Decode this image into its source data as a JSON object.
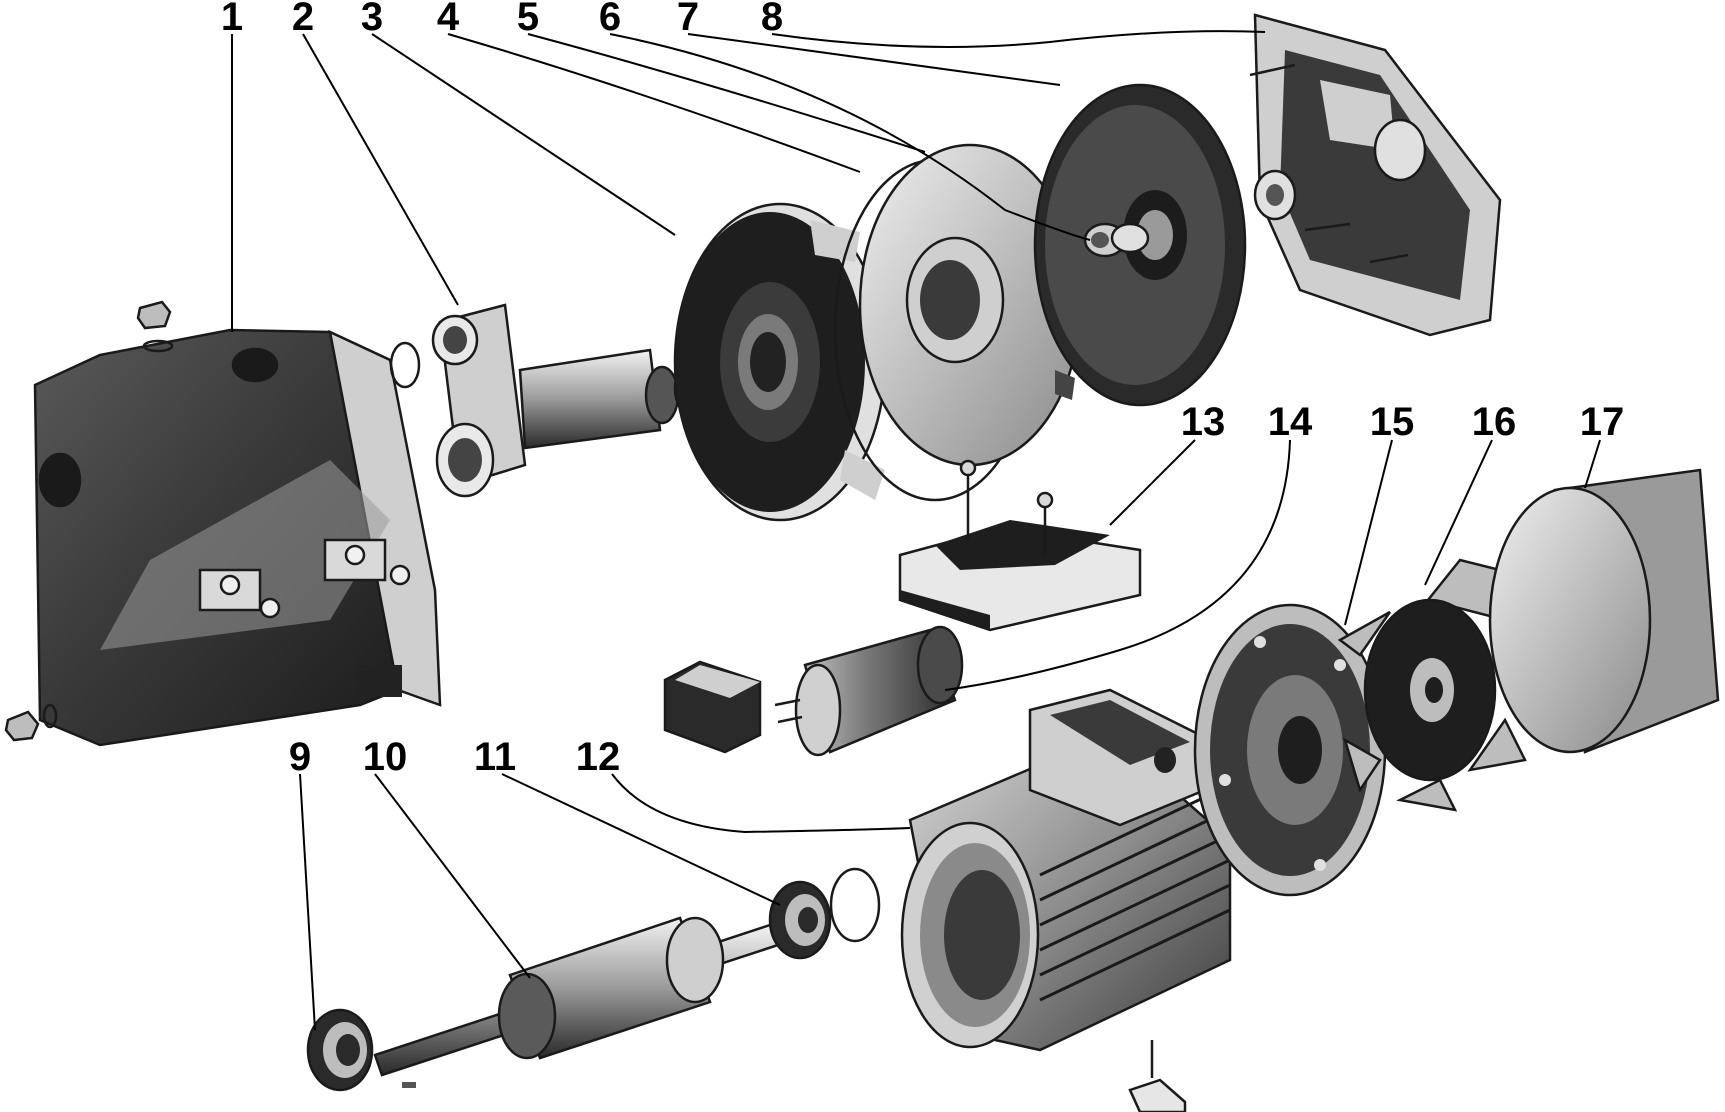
{
  "diagram": {
    "parts": [
      {
        "id": "part-1",
        "label": "1"
      },
      {
        "id": "part-2",
        "label": "2"
      },
      {
        "id": "part-3",
        "label": "3"
      },
      {
        "id": "part-4",
        "label": "4"
      },
      {
        "id": "part-5",
        "label": "5"
      },
      {
        "id": "part-6",
        "label": "6"
      },
      {
        "id": "part-7",
        "label": "7"
      },
      {
        "id": "part-8",
        "label": "8"
      },
      {
        "id": "part-9",
        "label": "9"
      },
      {
        "id": "part-10",
        "label": "10"
      },
      {
        "id": "part-11",
        "label": "11"
      },
      {
        "id": "part-12",
        "label": "12"
      },
      {
        "id": "part-13",
        "label": "13"
      },
      {
        "id": "part-14",
        "label": "14"
      },
      {
        "id": "part-15",
        "label": "15"
      },
      {
        "id": "part-16",
        "label": "16"
      },
      {
        "id": "part-17",
        "label": "17"
      }
    ]
  }
}
